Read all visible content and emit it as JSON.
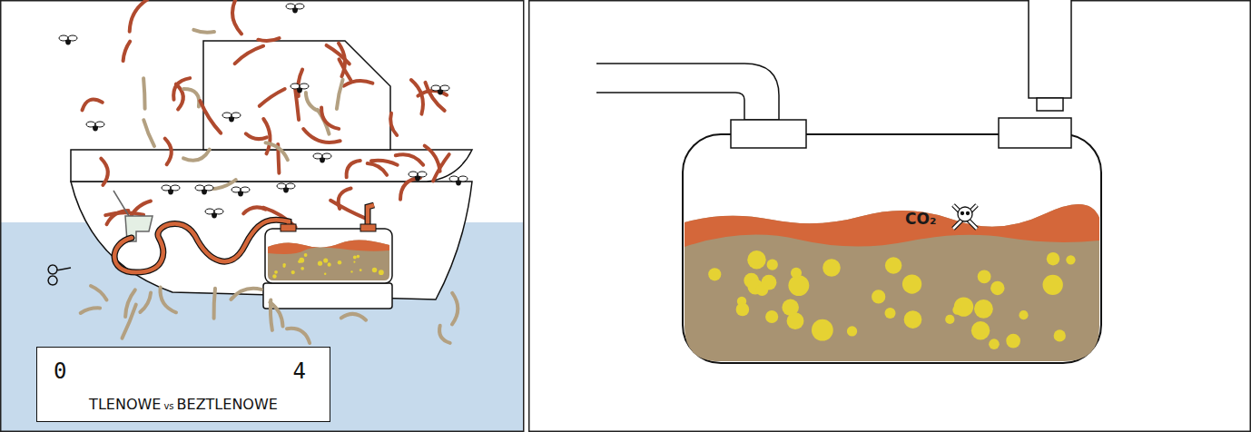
{
  "diagram": {
    "nodes": [
      {
        "text": [
          "0",
          "4",
          "TLENOWE",
          "vs",
          "BEZTLENOWE"
        ]
      }
    ],
    "labels": [
      "CO₂"
    ]
  }
}
